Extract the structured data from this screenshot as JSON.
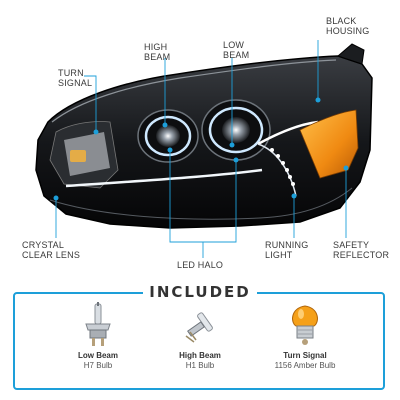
{
  "callouts": {
    "black_housing": [
      "BLACK",
      "HOUSING"
    ],
    "high_beam": [
      "HIGH",
      "BEAM"
    ],
    "low_beam": [
      "LOW",
      "BEAM"
    ],
    "turn_signal": [
      "TURN",
      "SIGNAL"
    ],
    "crystal_clear_lens": [
      "CRYSTAL",
      "CLEAR LENS"
    ],
    "led_halo": "LED HALO",
    "running_light": [
      "RUNNING",
      "LIGHT"
    ],
    "safety_reflector": [
      "SAFETY",
      "REFLECTOR"
    ]
  },
  "included": {
    "title": "INCLUDED",
    "items": [
      {
        "name": "Low Beam",
        "type": "H7 Bulb",
        "icon": "h7-bulb-icon"
      },
      {
        "name": "High Beam",
        "type": "H1 Bulb",
        "icon": "h1-bulb-icon"
      },
      {
        "name": "Turn Signal",
        "type": "1156 Amber Bulb",
        "icon": "amber-bulb-icon"
      }
    ]
  },
  "colors": {
    "accent": "#1d9fd9",
    "housing": "#111111",
    "amber": "#f08a12",
    "text": "#333333"
  }
}
